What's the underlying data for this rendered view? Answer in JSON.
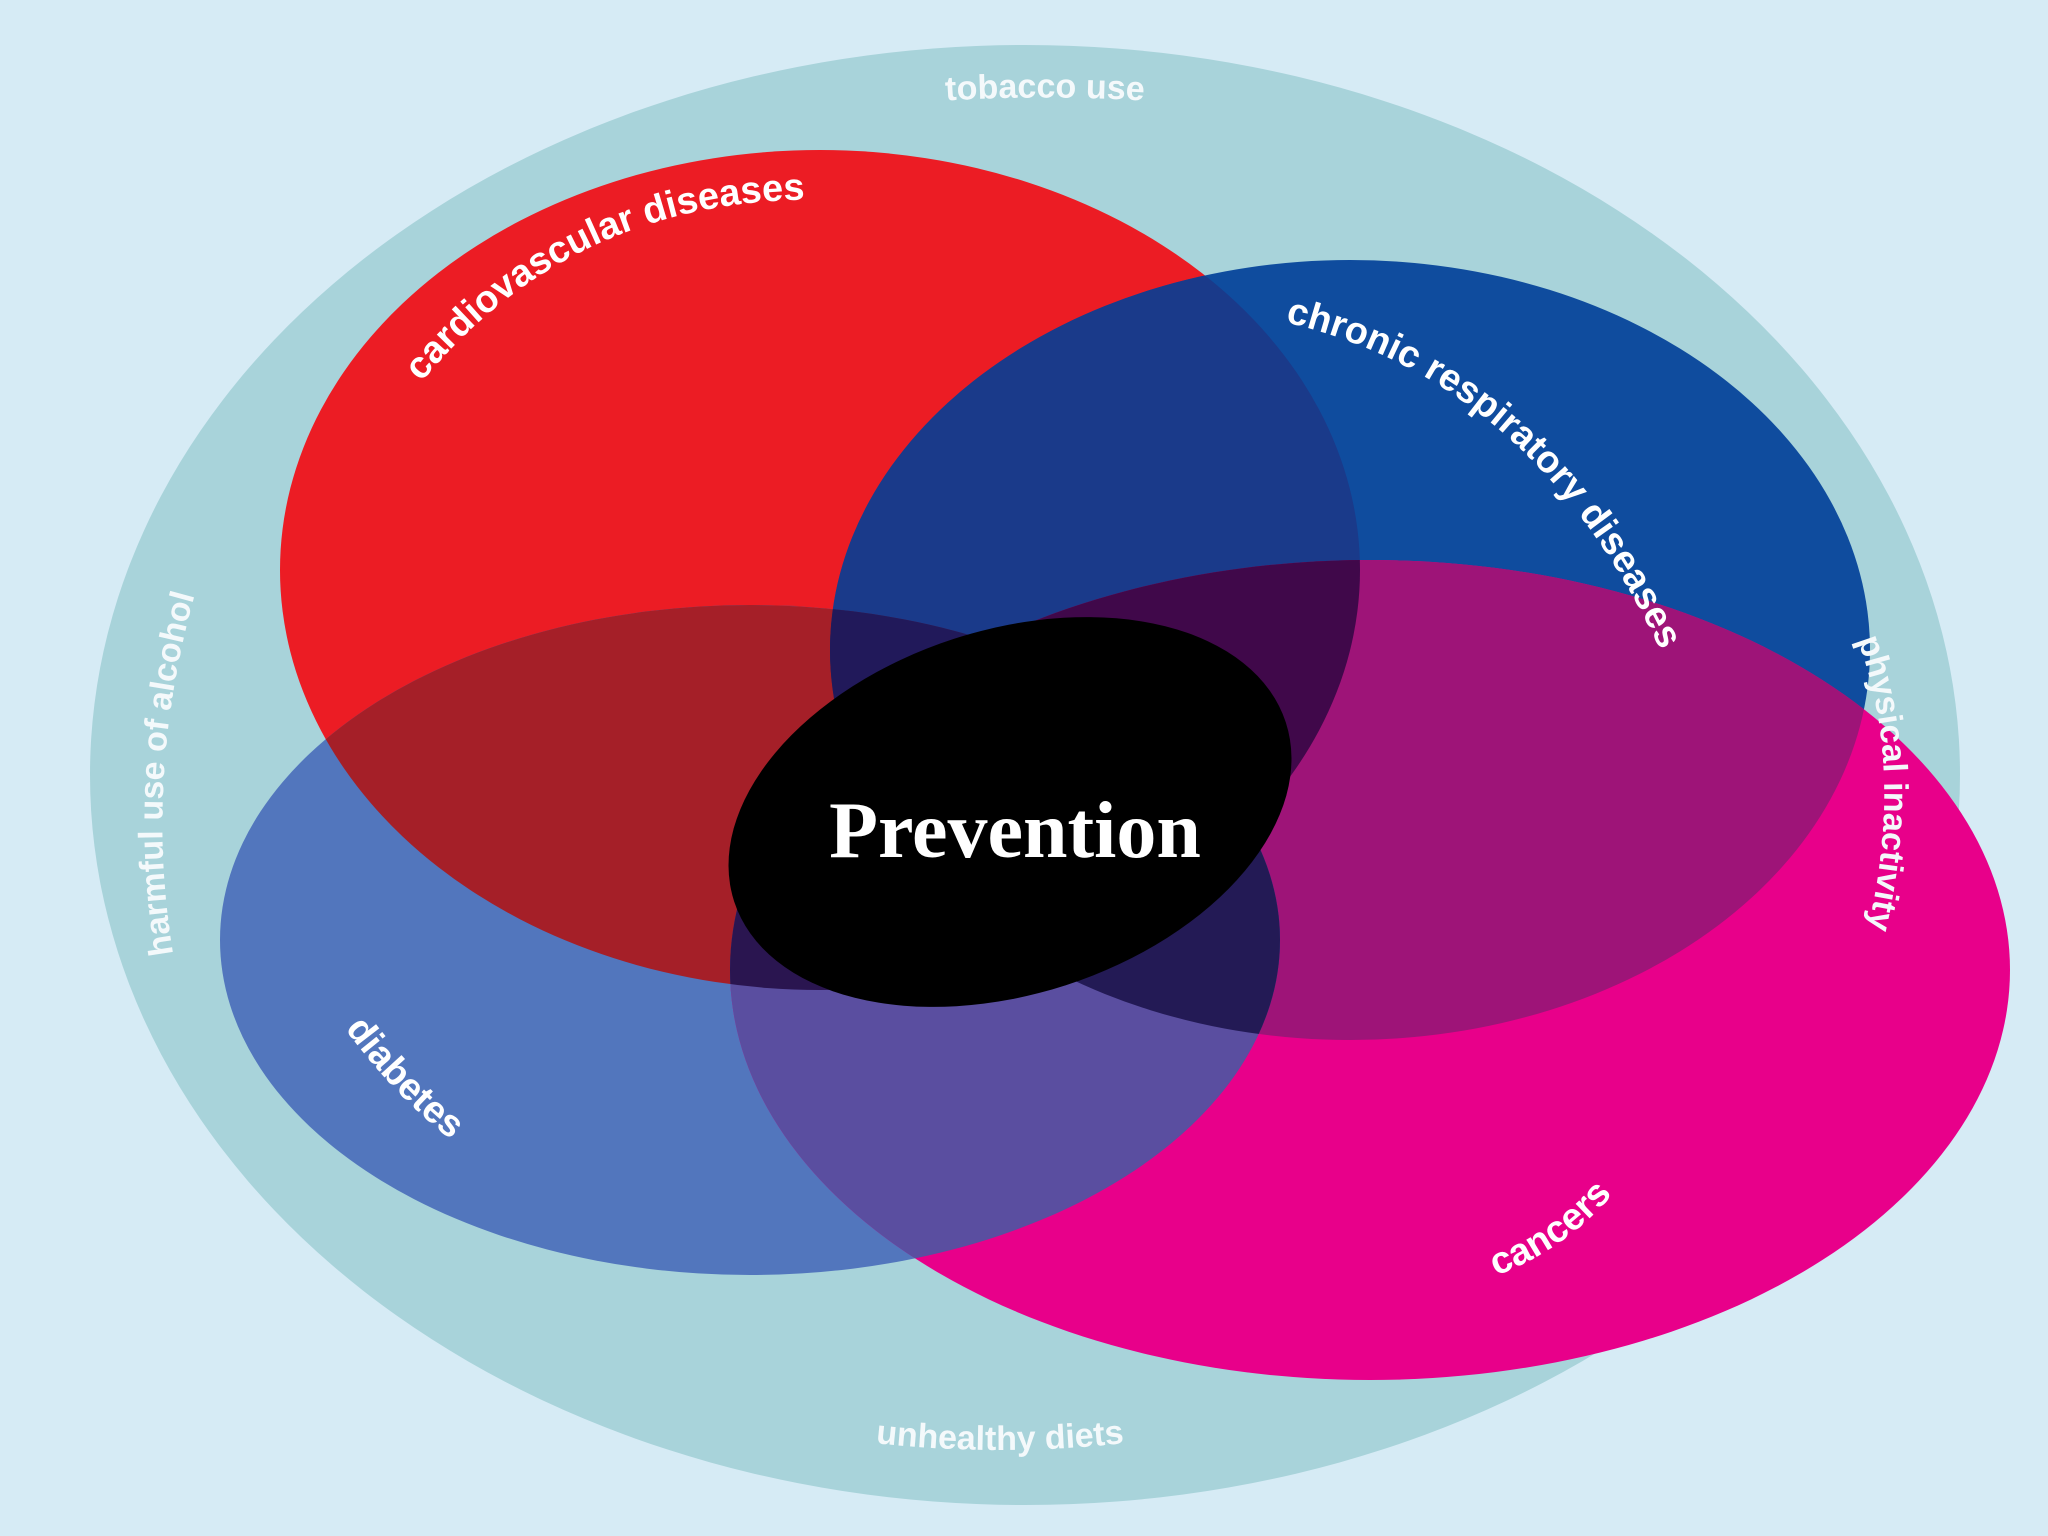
{
  "center_label": "Prevention",
  "risk_factors": {
    "top": "tobacco use",
    "left": "harmful use of alcohol",
    "right": "physical inactivity",
    "bottom": "unhealthy diets"
  },
  "diseases": {
    "cardiovascular": "cardiovascular diseases",
    "respiratory": "chronic respiratory diseases",
    "diabetes": "diabetes",
    "cancers": "cancers"
  },
  "colors": {
    "background": "#d6ebf5",
    "outer_ring": "#a8d3da",
    "cardiovascular": "#ec1c24",
    "respiratory": "#0f4c9e",
    "diabetes": "#5276bd",
    "cancers": "#e8008a",
    "center": "#000000"
  }
}
